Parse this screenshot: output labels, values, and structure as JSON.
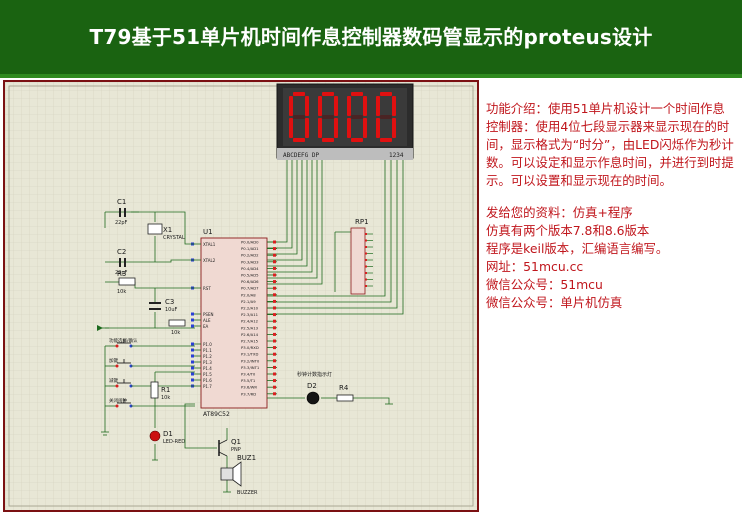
{
  "header": {
    "title": "T79基于51单片机时间作息控制器数码管显示的proteus设计"
  },
  "schematic": {
    "display_digits": [
      "0",
      "0",
      "0",
      "0"
    ],
    "display_pins_left": "ABCDEFG DP",
    "display_pins_right": "1234",
    "labels": {
      "c1": "C1",
      "c1_val": "22pF",
      "c2": "C2",
      "c2_val": "22pF",
      "x1": "X1",
      "x1_val": "CRYSTAL",
      "c3": "C3",
      "c3_val": "10uF",
      "r3": "R3",
      "r3_val": "10k",
      "u1": "U1",
      "u1_part": "AT89C52",
      "rp1": "RP1",
      "r1": "R1",
      "r1_val": "10k",
      "d1": "D1",
      "d1_part": "LED-RED",
      "d2": "D2",
      "r4": "R4",
      "q1": "Q1",
      "q1_part": "PNP",
      "buz1": "BUZ1",
      "buz1_part": "BUZZER",
      "r_left_val": "10k",
      "d2_note": "秒钟计数指示灯"
    },
    "u1_left_pins": [
      "XTAL1",
      "XTAL2",
      "RST",
      "PSEN",
      "ALE",
      "EA",
      "P1.0",
      "P1.1",
      "P1.2",
      "P1.3",
      "P1.4",
      "P1.5",
      "P1.6",
      "P1.7"
    ],
    "u1_right_pins": [
      "P0.0/AD0",
      "P0.1/AD1",
      "P0.2/AD2",
      "P0.3/AD3",
      "P0.4/AD4",
      "P0.5/AD5",
      "P0.6/AD6",
      "P0.7/AD7",
      "P2.0/A8",
      "P2.1/A9",
      "P2.2/A10",
      "P2.3/A11",
      "P2.4/A12",
      "P2.5/A13",
      "P2.6/A14",
      "P2.7/A15",
      "P3.0/RXD",
      "P3.1/TXD",
      "P3.2/INT0",
      "P3.3/INT1",
      "P3.4/T0",
      "P3.5/T1",
      "P3.6/WR",
      "P3.7/RD"
    ],
    "buttons": [
      "功能选择/确认",
      "加键",
      "减键",
      "关闭闹钟"
    ]
  },
  "description": {
    "intro": "功能介绍：使用51单片机设计一个时间作息控制器：使用4位七段显示器来显示现在的时间，显示格式为“时分”，由LED闪烁作为秒计数。可以设定和显示作息时间，并进行到时提示。可以设置和显示现在的时间。",
    "resources": [
      "发给您的资料：仿真+程序",
      "仿真有两个版本7.8和8.6版本",
      "程序是keil版本，汇编语言编写。",
      "网址：51mcu.cc",
      "微信公众号：51mcu",
      "微信公众号：单片机仿真"
    ]
  },
  "colors": {
    "header_bg": "#1a6311",
    "frame_border": "#7b1012",
    "text_red": "#c0161c",
    "segment_red": "#e01010",
    "wire": "#1e6a1e",
    "ic_fill": "#f0d9d2",
    "ic_border": "#8b1a1a"
  }
}
